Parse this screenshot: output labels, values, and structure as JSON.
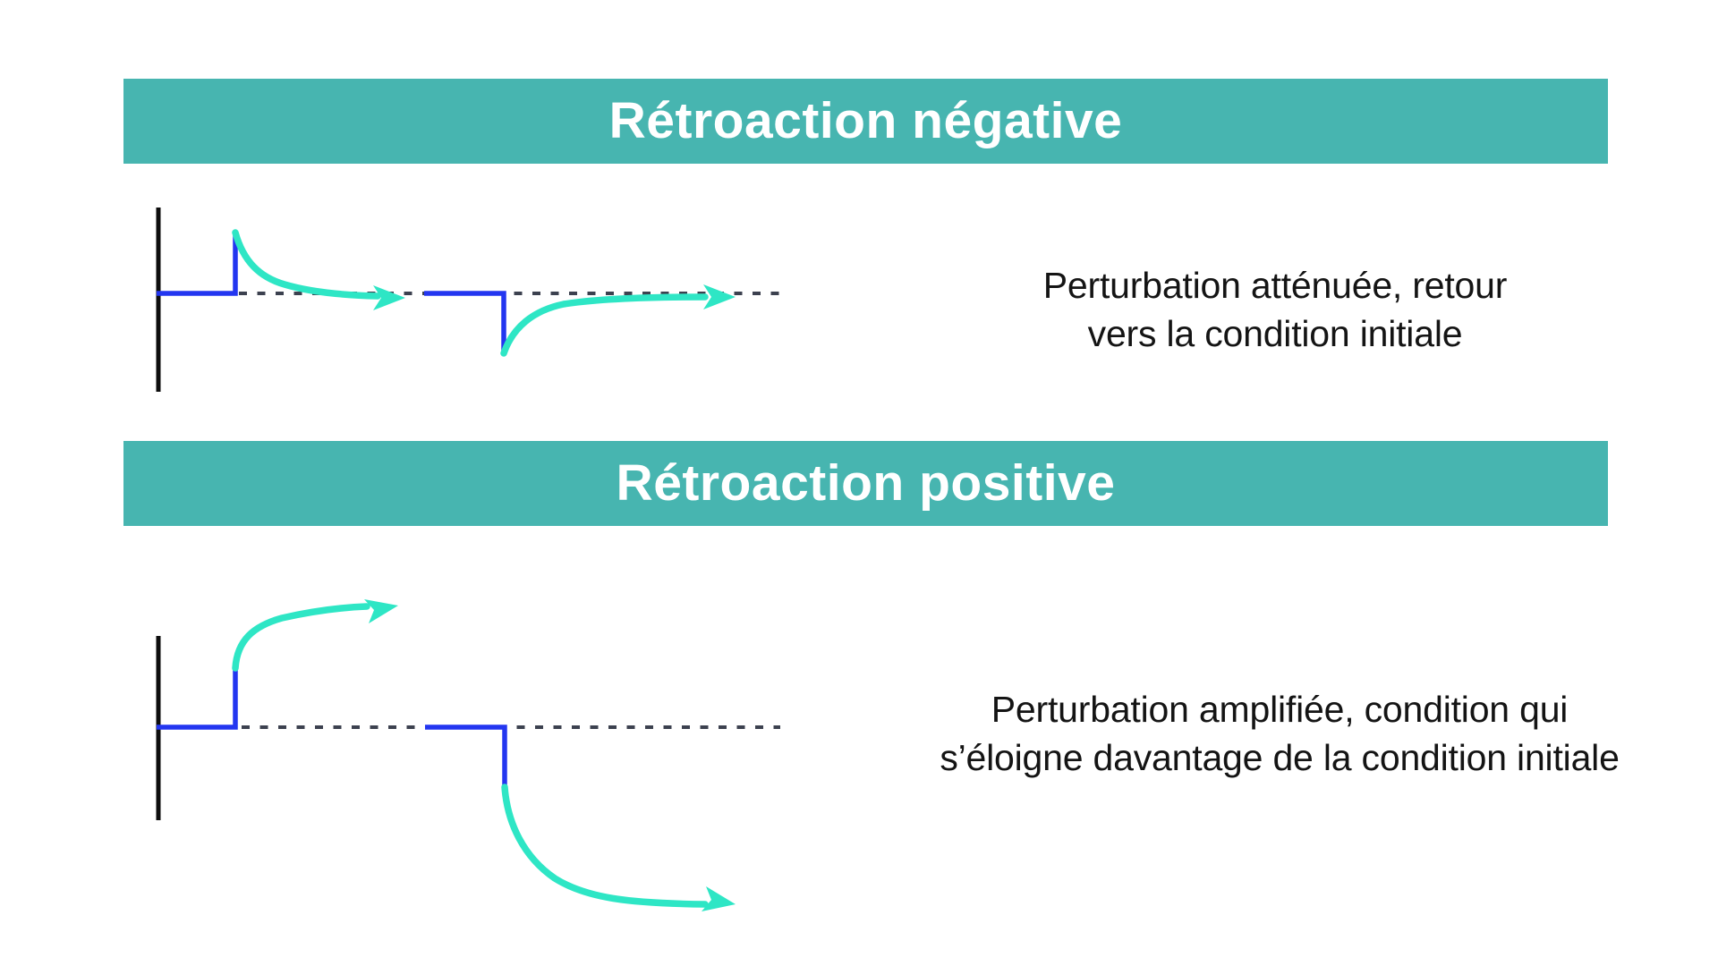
{
  "colors": {
    "background": "#ffffff",
    "header_bg": "#47b5b0",
    "header_text": "#ffffff",
    "caption_text": "#141414",
    "axis": "#0d0d0d",
    "step_blue": "#2336f0",
    "dash_gray": "#3c414f",
    "arrow_teal": "#2ee6c5"
  },
  "sections": [
    {
      "header": "Rétroaction négative",
      "caption": [
        "Perturbation atténuée, retour",
        "vers la condition initiale"
      ]
    },
    {
      "header": "Rétroaction positive",
      "caption": [
        "Perturbation amplifiée, condition qui",
        "s’éloigne davantage de la condition initiale"
      ]
    }
  ]
}
